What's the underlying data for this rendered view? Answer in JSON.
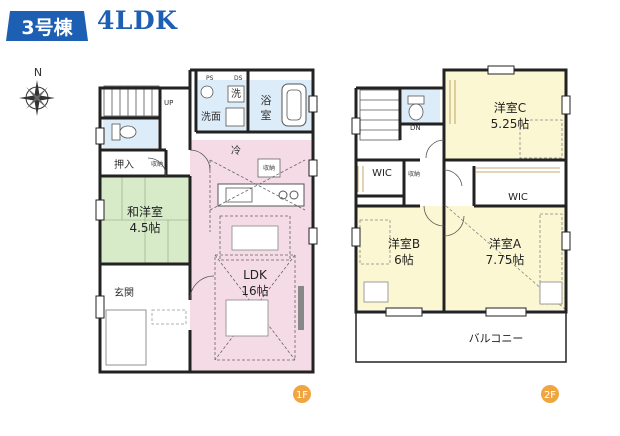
{
  "header": {
    "building_number": "3号棟",
    "layout_type": "4LDK",
    "compass_letter": "N",
    "compass_icon": "compass-rose-icon",
    "badge_color": "#1d5fb3"
  },
  "floor1": {
    "floor_badge": "1F",
    "labels": {
      "ps": "PS",
      "ds": "DS",
      "wash_basin": "洗",
      "washroom": "洗面",
      "bath_line1": "浴",
      "bath_line2": "室",
      "up": "UP",
      "fridge": "冷",
      "storage_closet": "押入",
      "storage_small": "収納",
      "japanese_room": "和洋室",
      "japanese_room_size": "4.5帖",
      "entrance": "玄関",
      "ldk": "LDK",
      "ldk_size": "16帖",
      "kitchen_storage": "収納"
    },
    "colors": {
      "ldk_fill": "#f5dbe6",
      "japanese_fill": "#d8ebc9",
      "wet_fill": "#dcecf8"
    }
  },
  "floor2": {
    "floor_badge": "2F",
    "labels": {
      "dn": "DN",
      "wic_left": "WIC",
      "wic_right": "WIC",
      "storage_small": "収納",
      "room_c": "洋室C",
      "room_c_size": "5.25帖",
      "room_b": "洋室B",
      "room_b_size": "6帖",
      "room_a": "洋室A",
      "room_a_size": "7.75帖",
      "balcony": "バルコニー"
    },
    "colors": {
      "room_fill": "#fbf7d2",
      "badge_fill": "#f0a640"
    }
  }
}
